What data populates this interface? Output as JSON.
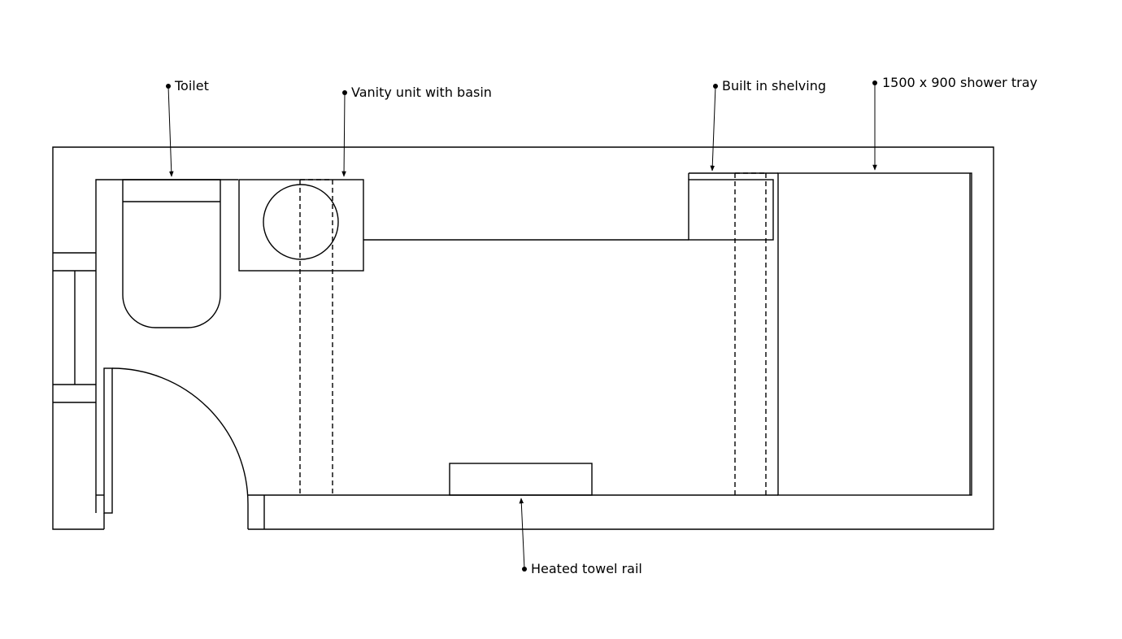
{
  "labels": {
    "toilet": "Toilet",
    "vanity": "Vanity unit with basin",
    "shelving": "Built in shelving",
    "shower": "1500 x 900 shower tray",
    "towel_rail": "Heated towel rail"
  },
  "colors": {
    "line": "#000000",
    "background": "#ffffff"
  }
}
